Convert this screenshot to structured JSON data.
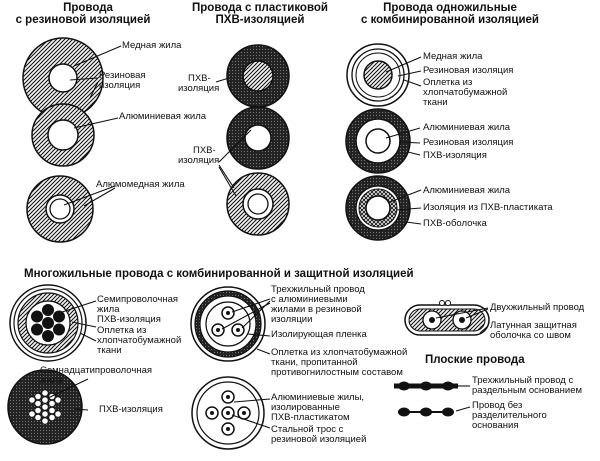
{
  "headings": {
    "rubber_l1": "Провода",
    "rubber_l2": "с резиновой изоляцией",
    "pvc_l1": "Провода с пластиковой",
    "pvc_l2": "ПХВ-изоляцией",
    "single_l1": "Провода одножильные",
    "single_l2": "с комбинированной изоляцией",
    "multi": "Многожильные провода с комбинированной и защитной изоляцией",
    "flat": "Плоские провода"
  },
  "labels": {
    "copper_core": "Медная жила",
    "rubber_ins_l1": "Резиновая",
    "rubber_ins_l2": "изоляция",
    "pvc_ins_1_l1": "ПХВ-",
    "pvc_ins_1_l2": "изоляция",
    "aluminum_core": "Алюминиевая жила",
    "pvc_ins_2_l1": "ПХВ-",
    "pvc_ins_2_l2": "изоляция",
    "alucopper_core": "Алюмомедная жила",
    "r_copper_core": "Медная жила",
    "r_rubber_ins": "Резиновая изоляция",
    "r_braid_l1": "Оплетка из",
    "r_braid_l2": "хлопчатобумажной",
    "r_braid_l3": "ткани",
    "r_alu_core": "Алюминиевая жила",
    "r_rubber_ins2": "Резиновая изоляция",
    "r_pvc_ins": "ПХВ-изоляция",
    "r_alu_core2": "Алюминиевая жила",
    "r_pvc_plastic_ins": "Изоляция из ПХВ-пластиката",
    "r_pvc_sheath": "ПХВ-оболочка",
    "m_seven_l1": "Семипроволочная",
    "m_seven_l2": "жила",
    "m_pvc_ins": "ПХВ-изоляция",
    "m_braid_l1": "Оплетка из",
    "m_braid_l2": "хлопчатобумажной",
    "m_braid_l3": "ткани",
    "m_seventeen_l1": "Семнадцатипроволочная",
    "m_seventeen_l2": "жила",
    "m_pvc_ins2": "ПХВ-изоляция",
    "c_three_l1": "Трехжильный провод",
    "c_three_l2": "с алюминиевыми",
    "c_three_l3": "жилами в резиновой",
    "c_three_l4": "изоляции",
    "c_film": "Изолирующая пленка",
    "c_braid_l1": "Оплетка из хлопчатобумажной",
    "c_braid_l2": "ткани, пропитанной",
    "c_braid_l3": "противогнилостным составом",
    "c_alu_l1": "Алюминиевые жилы,",
    "c_alu_l2": "изолированные",
    "c_alu_l3": "ПХВ-пластикатом",
    "c_steel_l1": "Стальной трос с",
    "c_steel_l2": "резиновой изоляцией",
    "f_twin": "Двухжильный провод",
    "f_brass_l1": "Латунная защитная",
    "f_brass_l2": "оболочка со швом",
    "f_three_l1": "Трехжильный провод с",
    "f_three_l2": "раздельным основанием",
    "f_nosep_l1": "Провод без",
    "f_nosep_l2": "разделительного",
    "f_nosep_l3": "основания"
  }
}
